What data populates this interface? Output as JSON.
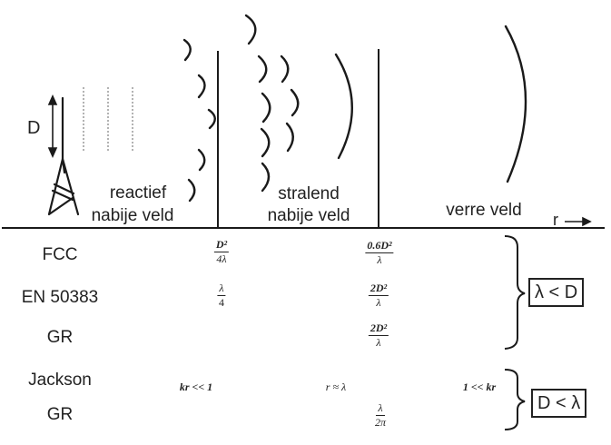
{
  "diagram": {
    "antenna_label": "D",
    "regions": [
      {
        "id": "reactive",
        "line1": "reactief",
        "line2": "nabije veld"
      },
      {
        "id": "radiating",
        "line1": "stralend",
        "line2": "nabije veld"
      },
      {
        "id": "far",
        "line1": "verre veld"
      }
    ],
    "axis_label": "r",
    "boundaries_x": [
      240,
      417
    ]
  },
  "table": {
    "group_a": {
      "rows": [
        {
          "source": "FCC",
          "reactive_limit": {
            "num": "D²",
            "den": "4λ"
          },
          "radiating_limit": {
            "num": "0.6D²",
            "den": "λ"
          }
        },
        {
          "source": "EN 50383",
          "reactive_limit": {
            "num": "λ",
            "den": "4"
          },
          "radiating_limit": {
            "num": "2D²",
            "den": "λ"
          }
        },
        {
          "source": "GR",
          "reactive_limit": null,
          "radiating_limit": {
            "num": "2D²",
            "den": "λ"
          }
        }
      ],
      "condition": "λ < D"
    },
    "group_b": {
      "rows": [
        {
          "source": "Jackson",
          "reactive_cond": "kr << 1",
          "radiating_cond": "r ≈ λ",
          "far_cond": "1 << kr"
        },
        {
          "source": "GR",
          "radiating_limit": {
            "num": "λ",
            "den": "2π"
          }
        }
      ],
      "condition": "D < λ"
    }
  },
  "colors": {
    "ink": "#1a1a1a",
    "dotted": "#9a9a9a",
    "background": "#ffffff"
  }
}
